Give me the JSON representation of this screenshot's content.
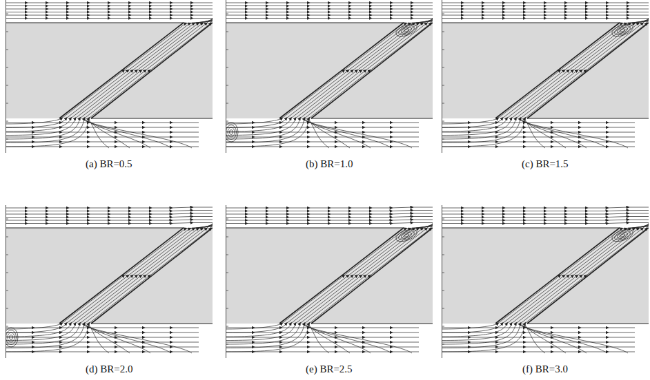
{
  "diagram": {
    "labels": [
      "(a) BR=0.5",
      "(b) BR=1.0",
      "(c) BR=1.5",
      "(d) BR=2.0",
      "(e) BR=2.5",
      "(f) BR=3.0"
    ]
  }
}
